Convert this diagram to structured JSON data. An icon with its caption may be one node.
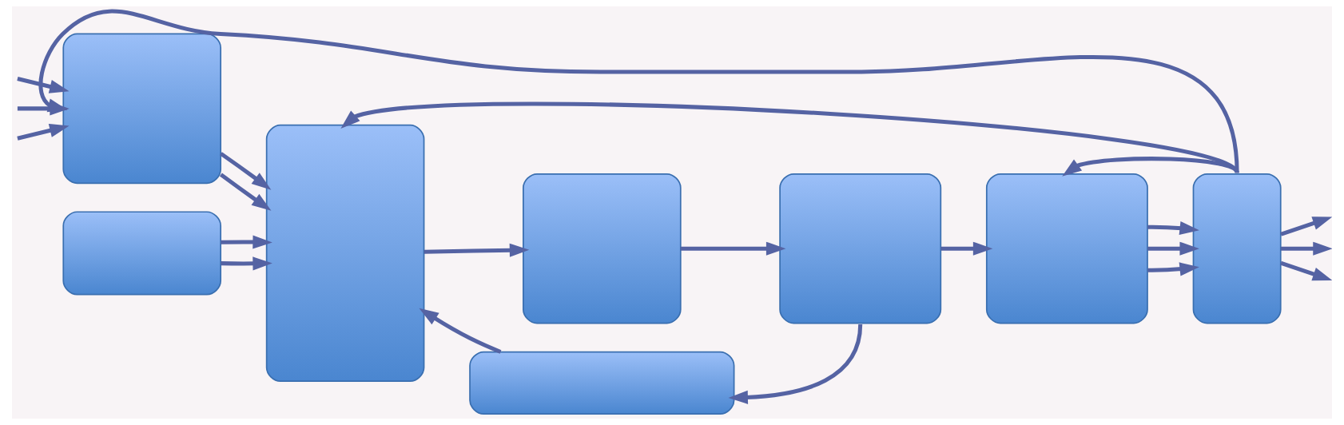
{
  "diagram": {
    "nodes": [
      {
        "text": [],
        "shape": "box"
      },
      {
        "text": [],
        "shape": "box"
      },
      {
        "text": [],
        "shape": "box"
      },
      {
        "text": [],
        "shape": "box"
      },
      {
        "text": [],
        "shape": "box"
      },
      {
        "text": [],
        "shape": "box"
      },
      {
        "text": [],
        "shape": "box"
      },
      {
        "text": [],
        "shape": "box"
      }
    ],
    "edges": [
      {
        "from": null,
        "to": 0,
        "arrow": "to"
      },
      {
        "from": null,
        "to": 0,
        "arrow": "to"
      },
      {
        "from": null,
        "to": 0,
        "arrow": "to"
      },
      {
        "from": 7,
        "to": 0,
        "arrow": "to"
      },
      {
        "from": 0,
        "to": 2,
        "arrow": "to"
      },
      {
        "from": 0,
        "to": 2,
        "arrow": "to"
      },
      {
        "from": 1,
        "to": 2,
        "arrow": "to"
      },
      {
        "from": 1,
        "to": 2,
        "arrow": "to"
      },
      {
        "from": 2,
        "to": 3,
        "arrow": "to"
      },
      {
        "from": 3,
        "to": 4,
        "arrow": "to"
      },
      {
        "from": 4,
        "to": 6,
        "arrow": "to"
      },
      {
        "from": 4,
        "to": 5,
        "arrow": "to"
      },
      {
        "from": 5,
        "to": 2,
        "arrow": "to"
      },
      {
        "from": 6,
        "to": 7,
        "arrow": "to"
      },
      {
        "from": 6,
        "to": 7,
        "arrow": "to"
      },
      {
        "from": 6,
        "to": 7,
        "arrow": "to"
      },
      {
        "from": 7,
        "to": null,
        "arrow": "to"
      },
      {
        "from": 7,
        "to": null,
        "arrow": "to"
      },
      {
        "from": 7,
        "to": null,
        "arrow": "to"
      },
      {
        "from": 7,
        "to": 6,
        "arrow": "to"
      },
      {
        "from": 7,
        "to": 2,
        "arrow": "to"
      }
    ]
  }
}
